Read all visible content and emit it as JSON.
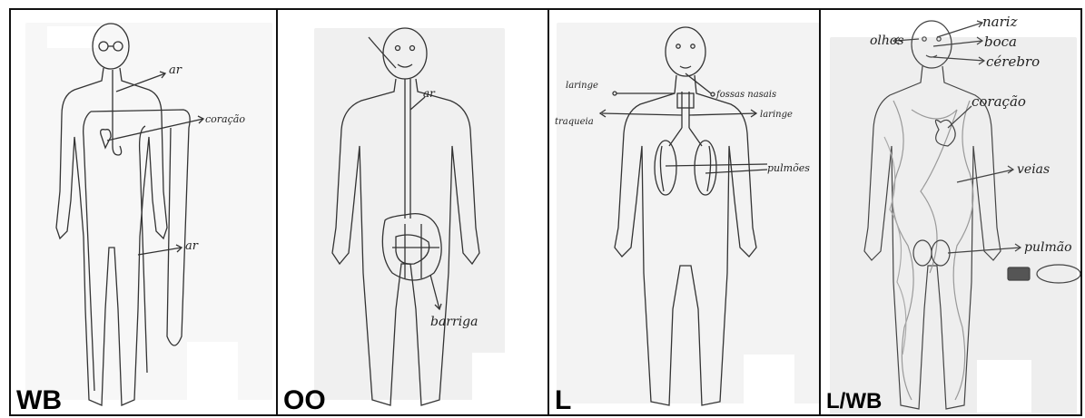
{
  "panels": [
    {
      "label": "WB",
      "annotations": {
        "air_top": "ar",
        "heart": "coração",
        "air_leg": "ar"
      }
    },
    {
      "label": "OO",
      "annotations": {
        "air": "ar",
        "belly": "barriga"
      }
    },
    {
      "label": "L",
      "annotations": {
        "larynx_left": "laringe",
        "nasal": "fossas nasais",
        "trachea": "traqueia",
        "larynx_right": "laringe",
        "lungs": "pulmões"
      }
    },
    {
      "label": "L/WB",
      "annotations": {
        "nose": "nariz",
        "eyes": "olhos",
        "mouth": "boca",
        "brain": "cérebro",
        "heart": "coração",
        "veins": "veias",
        "lungs": "pulmão"
      }
    }
  ]
}
